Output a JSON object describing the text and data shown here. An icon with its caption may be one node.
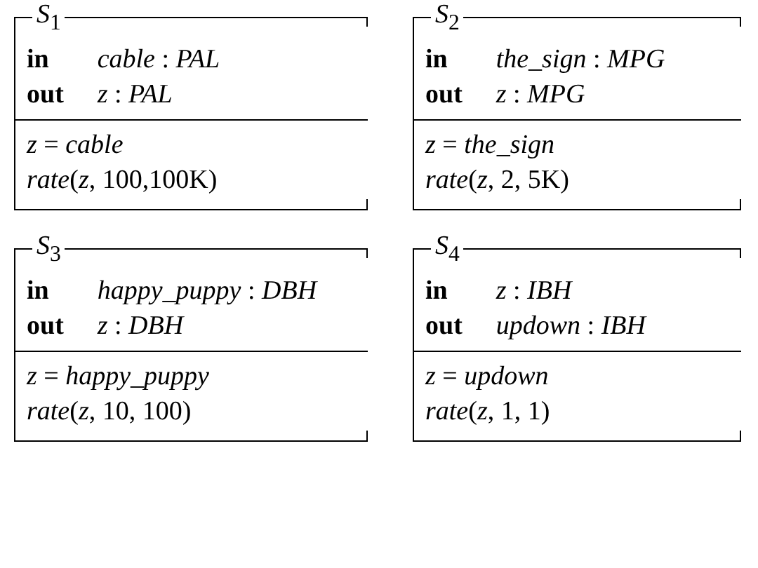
{
  "diagram": {
    "nodes": [
      {
        "text": [
          "*S*$_{1}$",
          "**in** *cable* : *PAL*",
          "**out** *z* : *PAL*",
          "*z* = *cable*",
          "*rate*(*z*, 100,100K)"
        ]
      },
      {
        "text": [
          "*S*$_{2}$",
          "**in** *the_sign* : *MPG*",
          "**out** *z* : *MPG*",
          "*z* = *the_sign*",
          "*rate*(*z*, 2, 5K)"
        ]
      },
      {
        "text": [
          "*S*$_{3}$",
          "**in** *happy_puppy* : *DBH*",
          "**out** *z* : *DBH*",
          "*z* = *happy_puppy*",
          "*rate*(*z*, 10, 100)"
        ]
      },
      {
        "text": [
          "*S*$_{4}$",
          "**in** *z* : *IBH*",
          "**out** *updown* : *IBH*",
          "*z* = *updown*",
          "*rate*(*z*, 1, 1)"
        ]
      }
    ]
  }
}
